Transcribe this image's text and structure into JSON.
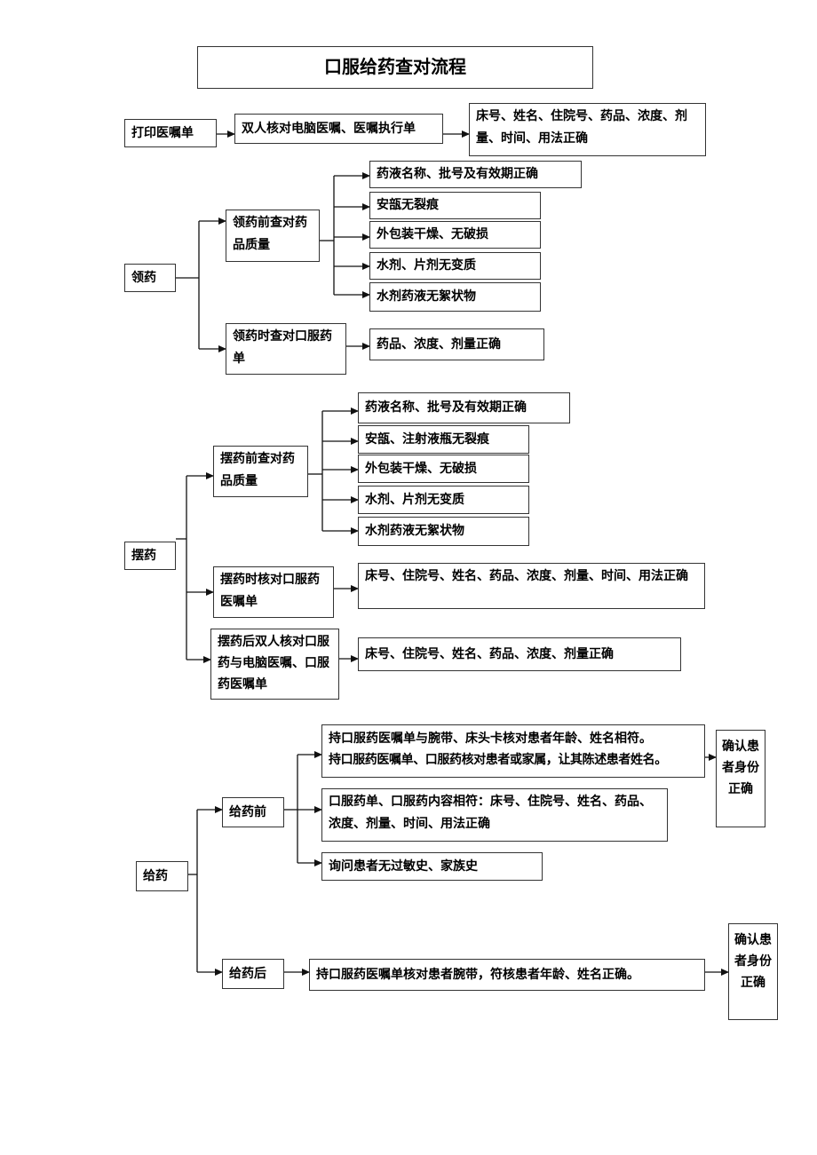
{
  "title": "口服给药查对流程",
  "print": {
    "label": "打印医嘱单",
    "check": "双人核对电脑医嘱、医嘱执行单",
    "result": "床号、姓名、住院号、药品、浓度、剂量、时间、用法正确"
  },
  "collect": {
    "label": "领药",
    "before": "领药前查对药品质量",
    "before_items": [
      "药液名称、批号及有效期正确",
      "安瓿无裂痕",
      "外包装干燥、无破损",
      "水剂、片剂无变质",
      "水剂药液无絮状物"
    ],
    "during": "领药时查对口服药单",
    "during_item": "药品、浓度、剂量正确"
  },
  "arrange": {
    "label": "摆药",
    "before": "摆药前查对药品质量",
    "before_items": [
      "药液名称、批号及有效期正确",
      "安瓿、注射液瓶无裂痕",
      "外包装干燥、无破损",
      "水剂、片剂无变质",
      "水剂药液无絮状物"
    ],
    "during": "摆药时核对口服药医嘱单",
    "during_item": "床号、住院号、姓名、药品、浓度、剂量、时间、用法正确",
    "after": "摆药后双人核对口服药与电脑医嘱、口服药医嘱单",
    "after_item": "床号、住院号、姓名、药品、浓度、剂量正确"
  },
  "give": {
    "label": "给药",
    "before": "给药前",
    "before_item1_line1": "持口服药医嘱单与腕带、床头卡核对患者年龄、姓名相符。",
    "before_item1_line2": "持口服药医嘱单、口服药核对患者或家属，让其陈述患者姓名。",
    "before_item2": "口服药单、口服药内容相符：床号、住院号、姓名、药品、浓度、剂量、时间、用法正确",
    "before_item3": "询问患者无过敏史、家族史",
    "confirm1": "确认患者身份正确",
    "after": "给药后",
    "after_item": "持口服药医嘱单核对患者腕带，符核患者年龄、姓名正确。",
    "confirm2": "确认患者身份正确"
  }
}
